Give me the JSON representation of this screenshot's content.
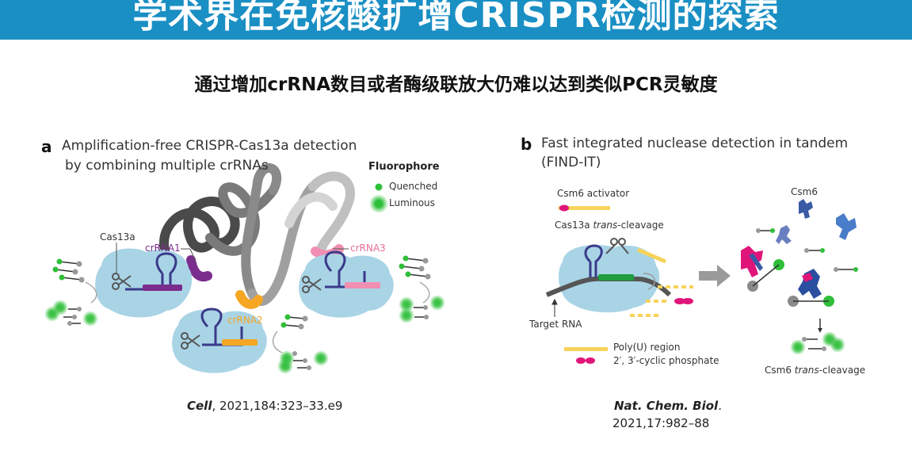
{
  "header": {
    "title": "学术界在免核酸扩增CRISPR检测的探索"
  },
  "subtitle": "通过增加crRNA数目或者酶级联放大仍难以达到类似PCR灵敏度",
  "panel_a": {
    "letter": "a",
    "title_line1": "Amplification-free CRISPR-Cas13a detection",
    "title_line2": "by combining multiple crRNAs",
    "legend_title": "Fluorophore",
    "legend_quenched": "Quenched",
    "legend_luminous": "Luminous",
    "label_cas13a": "Cas13a",
    "label_crrna1": "crRNA1",
    "label_crrna2": "crRNA2",
    "label_crrna3": "crRNA3",
    "citation_journal": "Cell",
    "citation_rest": ", 2021,184:323–33.e9"
  },
  "panel_b": {
    "letter": "b",
    "title_line1": "Fast integrated nuclease detection in tandem",
    "title_line2": "(FIND-IT)",
    "label_csm6_activator": "Csm6 activator",
    "label_cas13a_cleavage": "Cas13a",
    "label_cas13a_cleavage_italic": "trans",
    "label_cas13a_cleavage_suffix": "-cleavage",
    "label_target_rna": "Target RNA",
    "label_polyu": "Poly(U) region",
    "label_cyclic": "2′, 3′-cyclic phosphate",
    "label_csm6": "Csm6",
    "label_csm6_cleavage_prefix": "Csm6",
    "label_csm6_cleavage_italic": "trans",
    "label_csm6_cleavage_suffix": "-cleavage",
    "citation_journal": "Nat. Chem. Biol",
    "citation_dot": ".",
    "citation_rest": "2021,17:982–88"
  },
  "colors": {
    "header": "#1a8fc4",
    "protein": "#a9d4e6",
    "crrna1": "#7b2d8e",
    "crrna2": "#f5a623",
    "crrna3": "#f08fb2",
    "green": "#2fbf3a",
    "yellow": "#f7d35a",
    "magenta": "#e0157a"
  }
}
